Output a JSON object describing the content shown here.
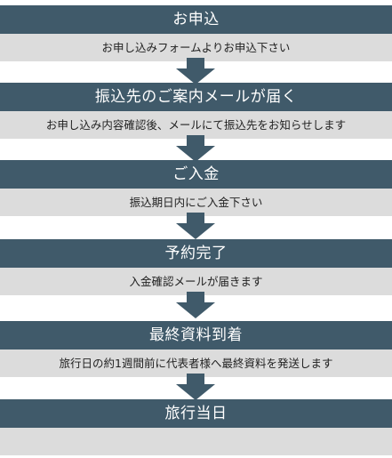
{
  "steps": [
    {
      "title": "お申込",
      "description": "お申し込みフォームよりお申込下さい"
    },
    {
      "title": "振込先のご案内メールが届く",
      "description": "お申し込み内容確認後、メールにて振込先をお知らせします"
    },
    {
      "title": "ご入金",
      "description": "振込期日内にご入金下さい"
    },
    {
      "title": "予約完了",
      "description": "入金確認メールが届きます"
    },
    {
      "title": "最終資料到着",
      "description": "旅行日の約1週間前に代表者様へ最終資料を発送します"
    },
    {
      "title": "旅行当日",
      "description": ""
    }
  ],
  "colors": {
    "title_bg": "#405a6a",
    "desc_bg": "#dcdcdc",
    "arrow": "#405a6a"
  },
  "arrow_icon": "down-arrow-icon"
}
